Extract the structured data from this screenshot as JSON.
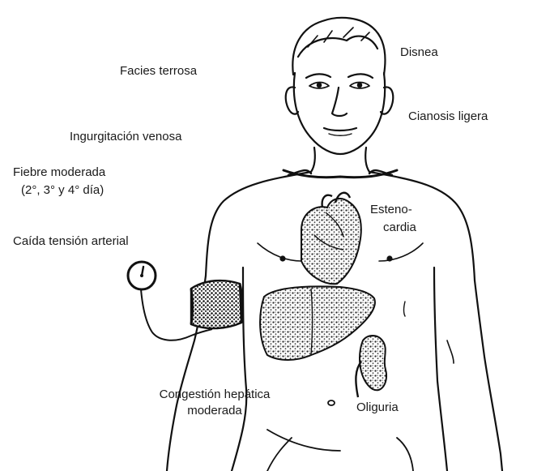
{
  "labels": {
    "facies": "Facies terrosa",
    "disnea": "Disnea",
    "cianosis": "Cianosis ligera",
    "ingurgitacion": "Ingurgitación venosa",
    "fiebre_1": "Fiebre moderada",
    "fiebre_2": "(2°, 3° y 4° día)",
    "esteno_1": "Esteno-",
    "esteno_2": "cardia",
    "caida": "Caída tensión arterial",
    "congestion_1": "Congestión hepática",
    "congestion_2": "moderada",
    "oliguria": "Oliguria"
  }
}
